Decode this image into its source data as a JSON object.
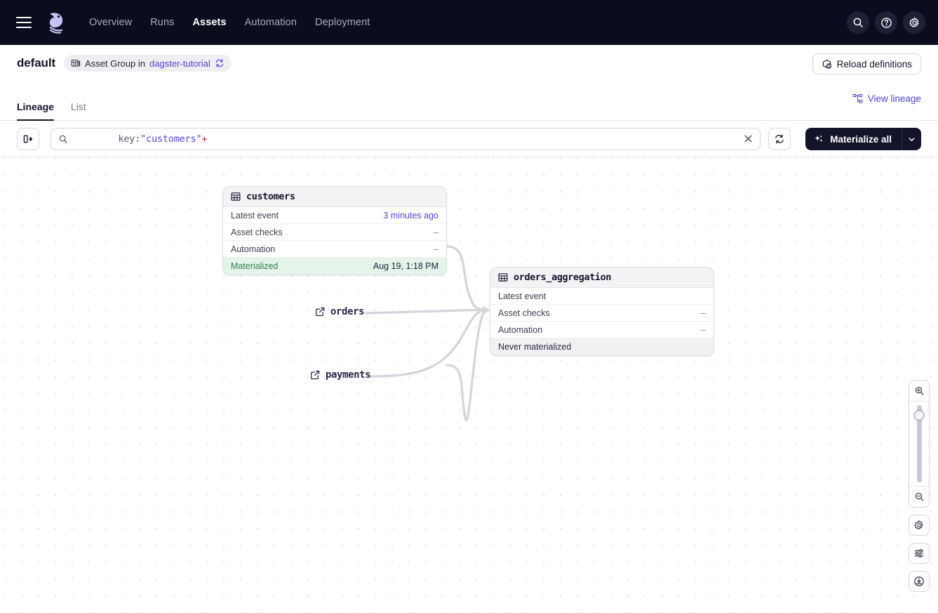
{
  "topnav": {
    "menu_icon": "hamburger-icon",
    "logo": "dagster-logo",
    "links": [
      {
        "label": "Overview",
        "active": false
      },
      {
        "label": "Runs",
        "active": false
      },
      {
        "label": "Assets",
        "active": true
      },
      {
        "label": "Automation",
        "active": false
      },
      {
        "label": "Deployment",
        "active": false
      }
    ],
    "actions": [
      {
        "name": "search-icon"
      },
      {
        "name": "help-icon"
      },
      {
        "name": "settings-gear-icon"
      }
    ],
    "bg": "#0B0D1F"
  },
  "header": {
    "title": "default",
    "badge_prefix": "Asset Group in",
    "badge_link": "dagster-tutorial",
    "badge_icon": "asset-group-icon",
    "badge_refresh_icon": "reload-icon",
    "reload_label": "Reload definitions",
    "reload_icon": "cube-reload-icon"
  },
  "tabs": {
    "items": [
      {
        "label": "Lineage",
        "active": true
      },
      {
        "label": "List",
        "active": false
      }
    ],
    "view_lineage_label": "View lineage",
    "view_lineage_icon": "lineage-graph-icon"
  },
  "toolbar": {
    "sidebar_toggle_icon": "panel-expand-icon",
    "search_icon": "search-icon",
    "query_key": "key:",
    "query_value": "\"customers\"",
    "query_op": "+",
    "query_full": "key:\"customers\"+",
    "clear_icon": "close-x-icon",
    "refresh_icon": "refresh-cycle-icon",
    "materialize_label": "Materialize all",
    "materialize_icon": "sparkles-icon",
    "materialize_caret_icon": "chevron-down-icon",
    "accent_dark": "#131429"
  },
  "graph": {
    "nodes": [
      {
        "id": "customers",
        "title": "customers",
        "icon": "table-icon",
        "rows": [
          {
            "label": "Latest event",
            "value": "3 minutes ago",
            "value_kind": "link"
          },
          {
            "label": "Asset checks",
            "value": "–",
            "value_kind": "dash"
          },
          {
            "label": "Automation",
            "value": "–",
            "value_kind": "dash"
          }
        ],
        "footer": {
          "label": "Materialized",
          "value": "Aug 19, 1:18 PM",
          "state": "materialized"
        }
      },
      {
        "id": "orders_aggregation",
        "title": "orders_aggregation",
        "icon": "table-icon",
        "rows": [
          {
            "label": "Latest event",
            "value": "",
            "value_kind": "empty"
          },
          {
            "label": "Asset checks",
            "value": "–",
            "value_kind": "dash"
          },
          {
            "label": "Automation",
            "value": "–",
            "value_kind": "dash"
          }
        ],
        "footer": {
          "label": "Never materialized",
          "value": "",
          "state": "never"
        }
      }
    ],
    "external_assets": [
      {
        "id": "orders",
        "label": "orders",
        "icon": "external-link-icon"
      },
      {
        "id": "payments",
        "label": "payments",
        "icon": "external-link-icon"
      }
    ],
    "colors": {
      "materialized_bg": "#E4F4E9",
      "materialized_text": "#2E8049",
      "link": "#4F43DD",
      "edge": "#D4D4DC"
    }
  },
  "zoom_controls": {
    "zoom_in_icon": "zoom-in-icon",
    "zoom_out_icon": "zoom-out-icon",
    "slider_name": "zoom-slider",
    "settings_icon": "gear-icon",
    "filters_icon": "sliders-icon",
    "recenter_icon": "download-target-icon"
  }
}
